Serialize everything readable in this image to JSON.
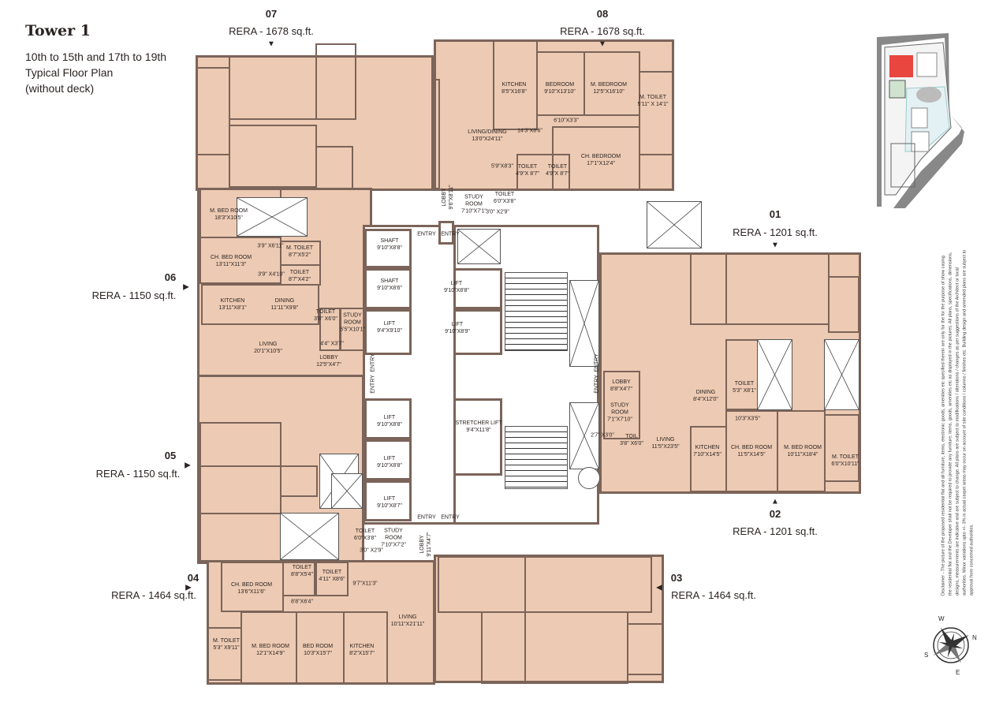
{
  "header": {
    "title": "Tower 1",
    "subtitle_lines": [
      "10th to 15th and 17th to 19th",
      "Typical Floor Plan",
      "(without deck)"
    ]
  },
  "units": [
    {
      "id": "07",
      "rera": "RERA - 1678 sq.ft.",
      "arrow": "▼"
    },
    {
      "id": "08",
      "rera": "RERA - 1678 sq.ft.",
      "arrow": "▼"
    },
    {
      "id": "01",
      "rera": "RERA - 1201 sq.ft.",
      "arrow": "▼"
    },
    {
      "id": "02",
      "rera": "RERA - 1201 sq.ft.",
      "arrow": "▲"
    },
    {
      "id": "06",
      "rera": "RERA - 1150 sq.ft.",
      "arrow": "▶"
    },
    {
      "id": "05",
      "rera": "RERA - 1150 sq.ft.",
      "arrow": "▶"
    },
    {
      "id": "04",
      "rera": "RERA - 1464 sq.ft.",
      "arrow": "▶"
    },
    {
      "id": "03",
      "rera": "RERA - 1464 sq.ft.",
      "arrow": "◀"
    }
  ],
  "rooms": [
    {
      "name": "KITCHEN",
      "dims": "8'5\"X16'8\""
    },
    {
      "name": "BEDROOM",
      "dims": "9'10\"X13'10\""
    },
    {
      "name": "M. BEDROOM",
      "dims": "12'5\"X16'10\""
    },
    {
      "name": "M. TOILET",
      "dims": "5'11\" X 14'1\""
    },
    {
      "name": "LIVING/DINING",
      "dims": "13'0\"X24'11\""
    },
    {
      "name": "",
      "dims": "14'3\"X8'6\""
    },
    {
      "name": "",
      "dims": "6'10\"X3'3\""
    },
    {
      "name": "CH. BEDROOM",
      "dims": "17'1\"X12'4\""
    },
    {
      "name": "",
      "dims": "5'9\"X8'3\""
    },
    {
      "name": "TOILET",
      "dims": "4'9\"X 8'7\""
    },
    {
      "name": "TOILET",
      "dims": "4'9\"X 8'7\""
    },
    {
      "name": "LOBBY",
      "dims": "9'6\"X8'11\""
    },
    {
      "name": "STUDY ROOM",
      "dims": "7'10\"X7'1\""
    },
    {
      "name": "TOILET",
      "dims": "6'0\"X3'8\""
    },
    {
      "name": "",
      "dims": "3'0\" X2'9\""
    },
    {
      "name": "M. BED ROOM",
      "dims": "18'3\"X10'5\""
    },
    {
      "name": "",
      "dims": "3'9\" X6'11\""
    },
    {
      "name": "M. TOILET",
      "dims": "8'7\"X5'2\""
    },
    {
      "name": "CH. BED ROOM",
      "dims": "13'11\"X11'3\""
    },
    {
      "name": "",
      "dims": "3'9\" X4'10\""
    },
    {
      "name": "TOILET",
      "dims": "8'7\"X4'2\""
    },
    {
      "name": "KITCHEN",
      "dims": "13'11\"X8'1\""
    },
    {
      "name": "DINING",
      "dims": "11'11\"X9'8\""
    },
    {
      "name": "TOILET",
      "dims": "3'8\" X6'0\""
    },
    {
      "name": "STUDY ROOM",
      "dims": "5'5\"X10'1\""
    },
    {
      "name": "",
      "dims": "4'4\" X3'7\""
    },
    {
      "name": "LIVING",
      "dims": "20'1\"X10'5\""
    },
    {
      "name": "LOBBY",
      "dims": "12'5\"X4'7\""
    },
    {
      "name": "SHAFT",
      "dims": "9'10\"X8'8\""
    },
    {
      "name": "SHAFT",
      "dims": "9'10\"X8'6\""
    },
    {
      "name": "LIFT",
      "dims": "9'4\"X9'10\""
    },
    {
      "name": "LIFT",
      "dims": "9'10\"X8'8\""
    },
    {
      "name": "LIFT",
      "dims": "9'10\"X8'9\""
    },
    {
      "name": "LOBBY",
      "dims": "8'8\"X4'7\""
    },
    {
      "name": "STUDY ROOM",
      "dims": "7'1\"X7'10\""
    },
    {
      "name": "",
      "dims": "2'7\" X3'0\""
    },
    {
      "name": "TOIL",
      "dims": "3'8\" X6'0\""
    },
    {
      "name": "STRETCHER LIFT",
      "dims": "9'4\"X11'8\""
    },
    {
      "name": "LIFT",
      "dims": "9'10\"X8'8\""
    },
    {
      "name": "LIFT",
      "dims": "9'10\"X8'8\""
    },
    {
      "name": "LIFT",
      "dims": "9'10\"X8'7\""
    },
    {
      "name": "DINING",
      "dims": "8'4\"X12'0\""
    },
    {
      "name": "TOILET",
      "dims": "5'3\" X8'1\""
    },
    {
      "name": "",
      "dims": "10'3\"X3'5\""
    },
    {
      "name": "LIVING",
      "dims": "11'5\"X23'5\""
    },
    {
      "name": "KITCHEN",
      "dims": "7'10\"X14'5\""
    },
    {
      "name": "CH. BED ROOM",
      "dims": "11'5\"X14'5\""
    },
    {
      "name": "M. BED ROOM",
      "dims": "10'11\"X18'4\""
    },
    {
      "name": "M. TOILET",
      "dims": "6'0\"X10'11\""
    },
    {
      "name": "TOILET",
      "dims": "6'0\"X3'8\""
    },
    {
      "name": "STUDY ROOM",
      "dims": "7'10\"X7'2\""
    },
    {
      "name": "",
      "dims": "3'0\" X2'9\""
    },
    {
      "name": "LOBBY",
      "dims": "9'11\"X4'7\""
    },
    {
      "name": "CH. BED ROOM",
      "dims": "13'6\"X11'6\""
    },
    {
      "name": "TOILET",
      "dims": "8'8\"X5'4\""
    },
    {
      "name": "TOILET",
      "dims": "4'11\" X8'6\""
    },
    {
      "name": "",
      "dims": "9'7\"X11'3\""
    },
    {
      "name": "",
      "dims": "8'8\"X6'4\""
    },
    {
      "name": "LIVING",
      "dims": "10'11\"X21'11\""
    },
    {
      "name": "M. TOILET",
      "dims": "5'3\" X9'11\""
    },
    {
      "name": "M. BED ROOM",
      "dims": "12'1\"X14'9\""
    },
    {
      "name": "BED ROOM",
      "dims": "10'3\"X15'7\""
    },
    {
      "name": "KITCHEN",
      "dims": "8'2\"X15'7\""
    }
  ],
  "entry_label": "ENTRY",
  "compass": {
    "w": "W",
    "n": "N",
    "s": "S",
    "e": "E"
  },
  "disclaimer": "Disclaimer - The picture of the proposed residential flat and all furniture, items, electronic goods, amenities etc specified therein are only for the for the purpose of show casing the residential flat and the Developer shall not be required to provide any furniture, items, goods, amenities etc as displayed in the pictures. All plans, specifications, dimensions, designs, measurements are indicative and are subject to change. All plans are subject to modifications / alterations / changes as per suggestions of the Architect or local authorities. Minor variations upto +/- 3% in actual carpet areas may occur on account of site conditions / columns / finishes etc. Building design and amended plans are subject to approval from concerned authorities.",
  "colors": {
    "room_fill": "#EDCAB3",
    "wall": "#7B6459",
    "site_highlight": "#E8463F"
  }
}
